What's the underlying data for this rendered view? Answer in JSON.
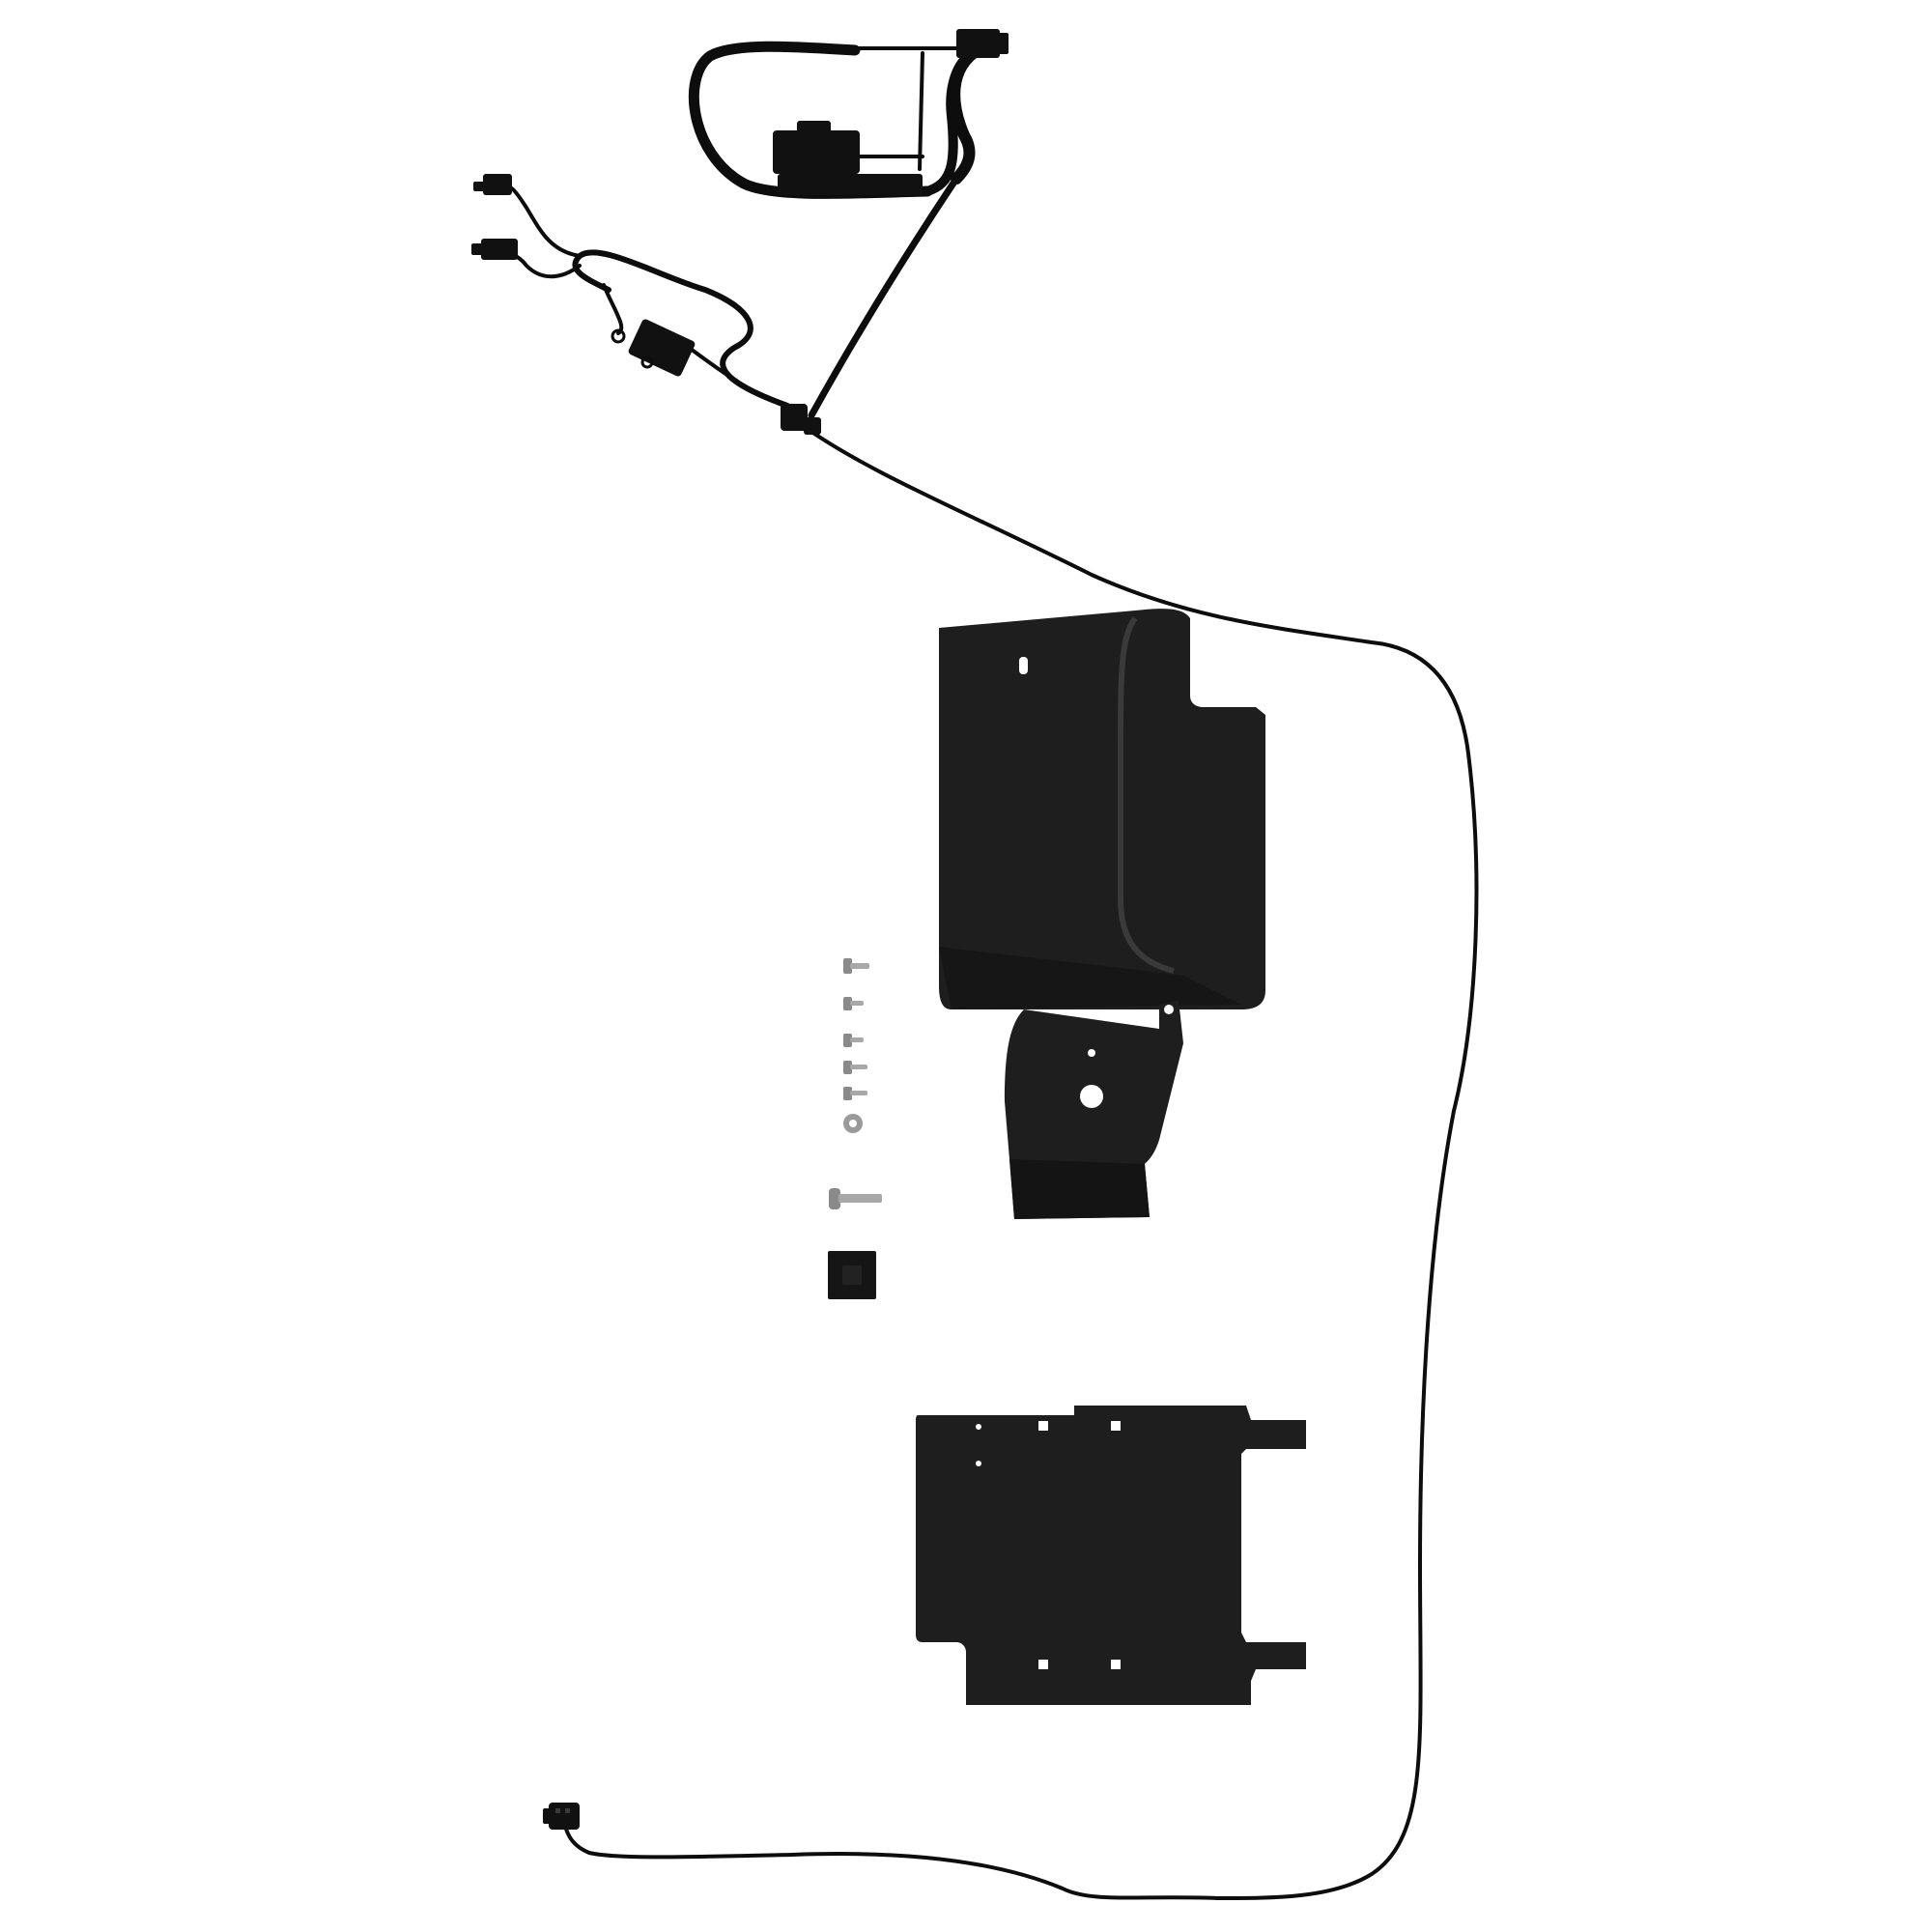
{
  "image": {
    "background_color": "#ffffff",
    "part_color": "#1c1c1c",
    "cable_color": "#0d0d0d",
    "hardware_color": "#9a9a9a",
    "parts": [
      "wiring-harness",
      "main-cover",
      "upper-mounting-bracket",
      "hardware-set",
      "mounting-plate",
      "end-connector"
    ],
    "hardware_items": [
      "flange-bolt",
      "short-screw",
      "short-screw",
      "short-screw",
      "short-screw",
      "washer-nut",
      "carriage-bolt",
      "square-nut-pad"
    ]
  }
}
